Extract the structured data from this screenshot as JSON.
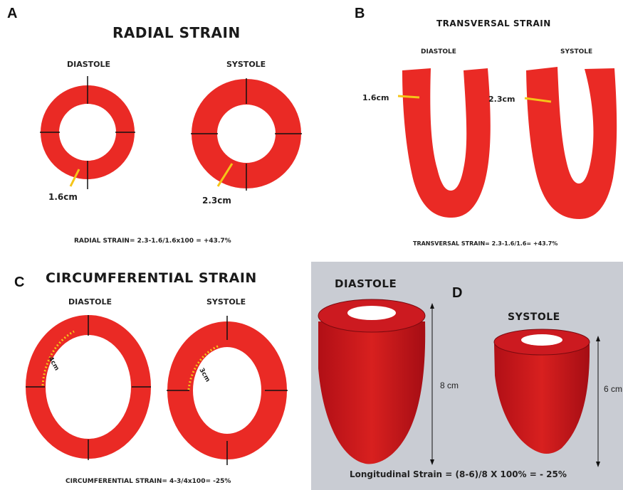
{
  "panel_a": {
    "label": "A",
    "title": "RADIAL STRAIN",
    "diastole": "DIASTOLE",
    "systole": "SYSTOLE",
    "measure_diastole": "1.6cm",
    "measure_systole": "2.3cm",
    "formula": "RADIAL STRAIN= 2.3-1.6/1.6x100 = +43.7%"
  },
  "panel_b": {
    "label": "B",
    "title": "TRANSVERSAL STRAIN",
    "diastole": "DIASTOLE",
    "systole": "SYSTOLE",
    "measure_diastole": "1.6cm",
    "measure_systole": "2.3cm",
    "formula": "TRANSVERSAL STRAIN= 2.3-1.6/1.6= +43.7%"
  },
  "panel_c": {
    "label": "C",
    "title": "CIRCUMFERENTIAL STRAIN",
    "diastole": "DIASTOLE",
    "systole": "SYSTOLE",
    "measure_diastole": "4cm",
    "measure_systole": "3cm",
    "formula": "CIRCUMFERENTIAL STRAIN= 4-3/4x100= -25%"
  },
  "panel_d": {
    "label": "D",
    "diastole": "DIASTOLE",
    "systole": "SYSTOLE",
    "length_diastole": "8 cm",
    "length_systole": "6 cm",
    "formula": "Longitudinal Strain = (8-6)/8 X 100% = - 25%"
  },
  "colors": {
    "myocardium": "#ea2a25",
    "measure_line": "#f5c518",
    "panel_d_bg": "#c9ccd3",
    "ventricle_3d": "#c8141c"
  }
}
